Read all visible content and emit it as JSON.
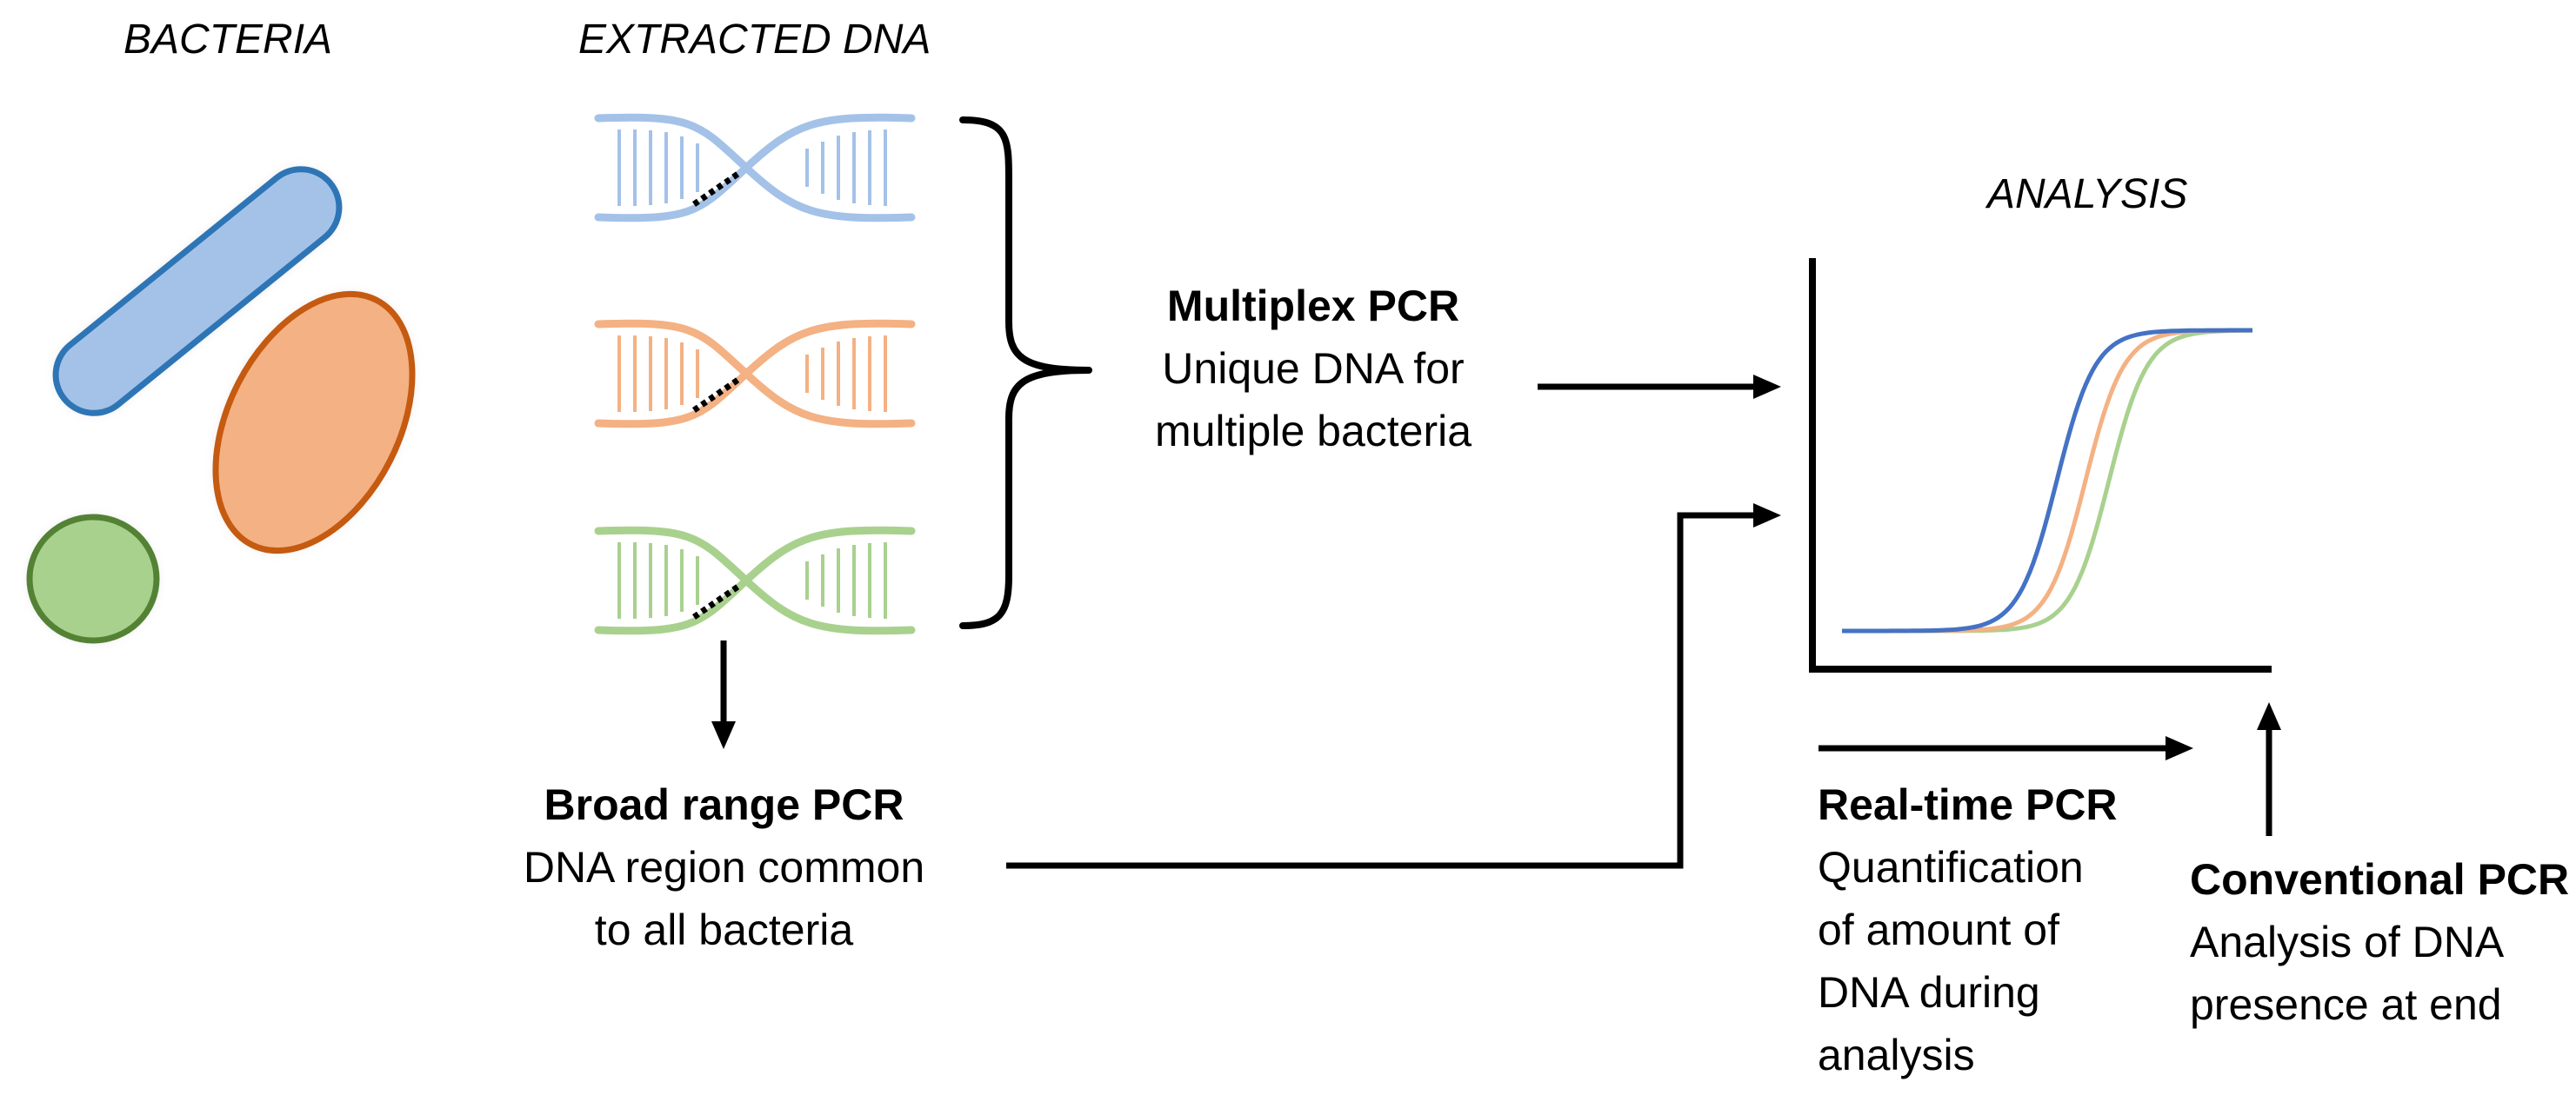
{
  "labels": {
    "bacteria": "BACTERIA",
    "extracted_dna": "EXTRACTED DNA",
    "analysis": "ANALYSIS"
  },
  "multiplex": {
    "title": "Multiplex PCR",
    "lines": [
      "Unique DNA for",
      "multiple bacteria"
    ]
  },
  "broad_range": {
    "title": "Broad range PCR",
    "lines": [
      "DNA region common",
      "to all bacteria"
    ]
  },
  "real_time": {
    "title": "Real-time PCR",
    "lines": [
      "Quantification",
      "of amount of",
      "DNA during",
      "analysis"
    ]
  },
  "conventional": {
    "title": "Conventional PCR",
    "lines": [
      "Analysis of DNA",
      "presence at end"
    ]
  },
  "colors": {
    "blue": "#a4c2e8",
    "blue_outline": "#2e75b6",
    "orange": "#f4b183",
    "orange_outline": "#c55a11",
    "green": "#a9d18e",
    "green_outline": "#548235",
    "curve_blue": "#4472c4",
    "curve_orange": "#f4b183",
    "curve_green": "#a9d18e"
  },
  "icons": [
    "rod-bacterium-icon",
    "oval-bacterium-icon",
    "round-bacterium-icon",
    "dna-helix-icon"
  ]
}
